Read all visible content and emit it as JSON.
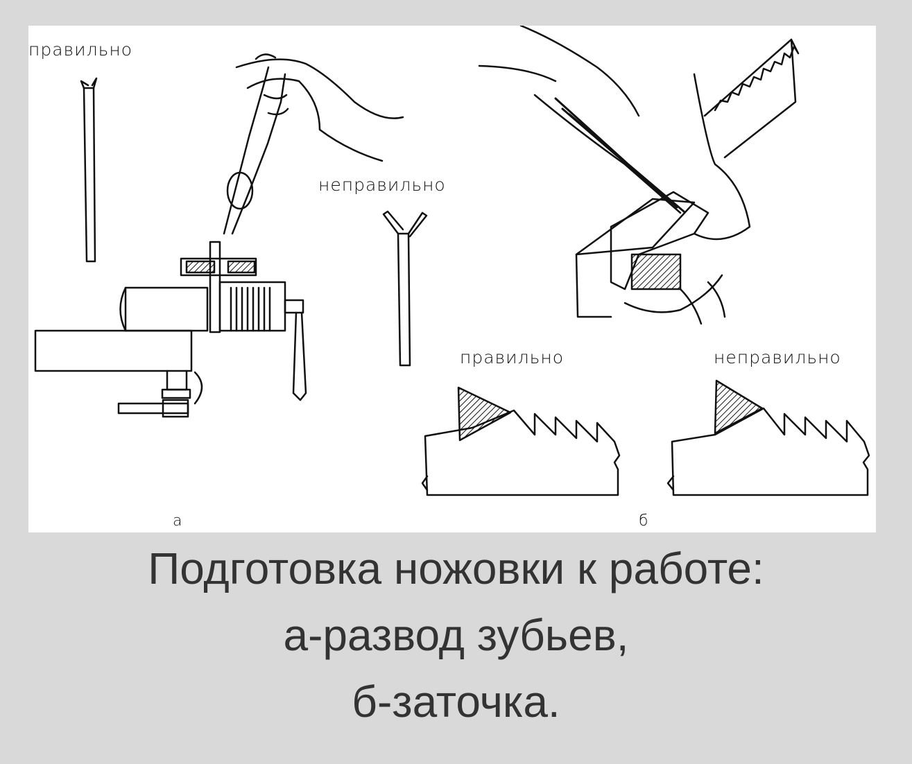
{
  "figure": {
    "label_correct_top": "правильно",
    "label_incorrect_mid": "неправильно",
    "label_correct_bottom": "правильно",
    "label_incorrect_bottom": "неправильно",
    "sub_a": "а",
    "sub_b": "б"
  },
  "caption": {
    "line1": "Подготовка ножовки к работе:",
    "line2": "а-развод зубьев,",
    "line3": "б-заточка."
  },
  "colors": {
    "background": "#d9d9d9",
    "panel": "#ffffff",
    "ink": "#111111",
    "caption_text": "#333333"
  }
}
